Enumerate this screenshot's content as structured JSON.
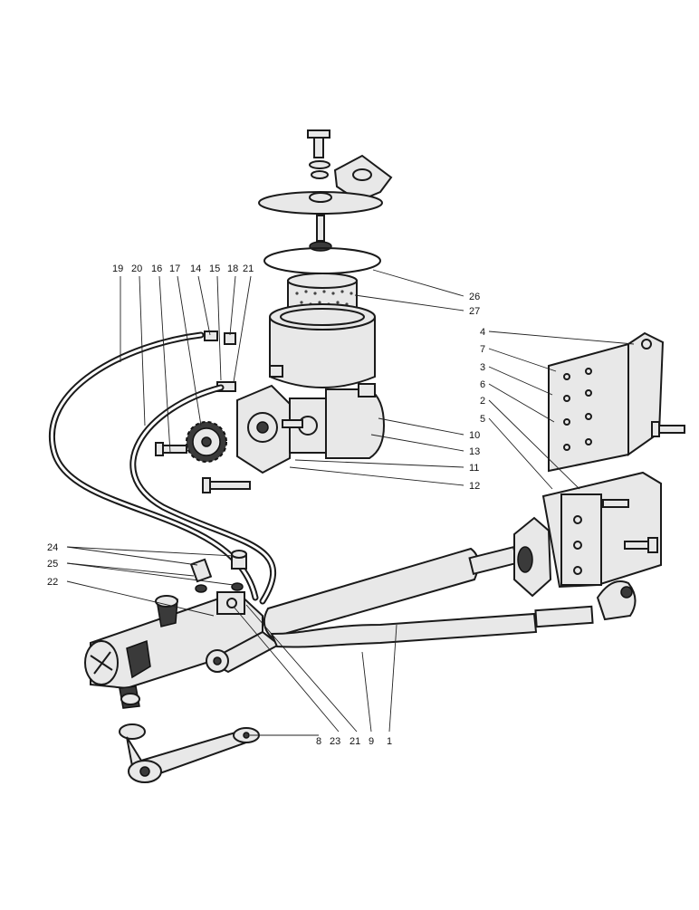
{
  "callouts": {
    "top_row": [
      "19",
      "20",
      "16",
      "17",
      "14",
      "15",
      "18",
      "21"
    ],
    "right_upper": [
      "26",
      "27"
    ],
    "right_bracket": [
      "4",
      "7",
      "3",
      "6",
      "2",
      "5"
    ],
    "right_pump": [
      "10",
      "13",
      "11",
      "12"
    ],
    "left": [
      "24",
      "25",
      "22"
    ],
    "bottom": [
      "8",
      "23",
      "21",
      "9",
      "1"
    ]
  }
}
